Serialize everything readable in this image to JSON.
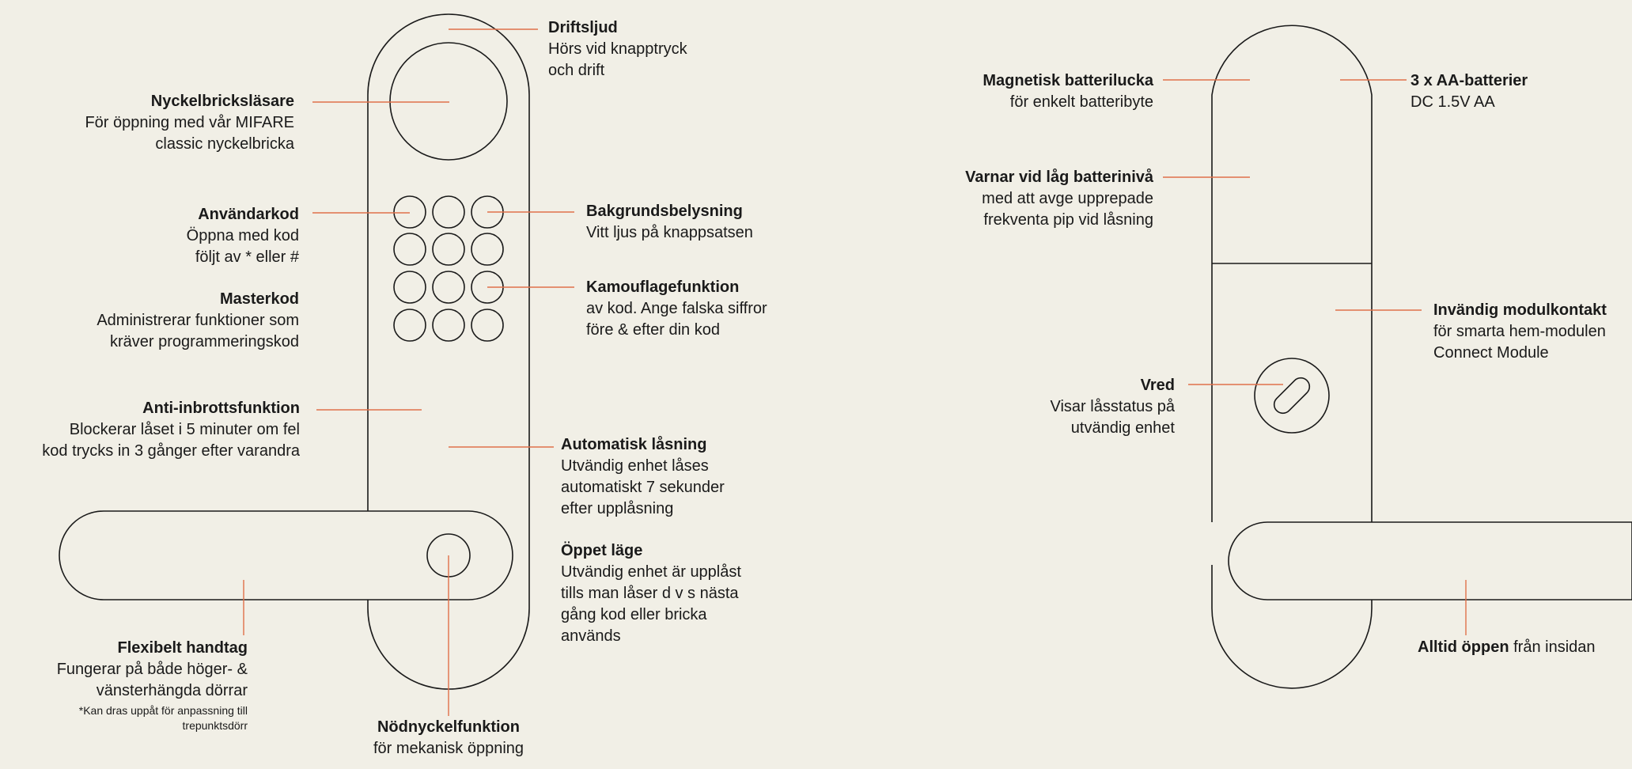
{
  "colors": {
    "background": "#f1efe6",
    "line": "#1a1a1a",
    "leader": "#e0714a"
  },
  "outside": {
    "drift": {
      "title": "Driftsljud",
      "desc": "Hörs vid knapptryck\noch drift"
    },
    "reader": {
      "title": "Nyckelbricksläsare",
      "desc": "För öppning med vår MIFARE\nclassic nyckelbricka"
    },
    "usercode": {
      "title": "Användarkod",
      "desc": "Öppna med kod\nföljt av * eller #"
    },
    "mastercode": {
      "title": "Masterkod",
      "desc": "Administrerar funktioner som\nkräver programmeringskod"
    },
    "antitheft": {
      "title": "Anti-inbrottsfunktion",
      "desc": "Blockerar låset i 5 minuter om fel\nkod trycks in 3 gånger efter varandra"
    },
    "backlight": {
      "title": "Bakgrundsbelysning",
      "desc": "Vitt ljus på knappsatsen"
    },
    "camouflage": {
      "title": "Kamouflagefunktion",
      "desc": "av kod. Ange falska siffror\nföre & efter din kod"
    },
    "autolock": {
      "title": "Automatisk låsning",
      "desc": "Utvändig enhet låses\nautomatiskt 7 sekunder\nefter upplåsning"
    },
    "openmode": {
      "title": "Öppet läge",
      "desc": "Utvändig enhet är upplåst\ntills man låser d v s nästa\ngång kod eller bricka\nanvänds"
    },
    "handle": {
      "title": "Flexibelt handtag",
      "desc": "Fungerar på både höger- &\nvänsterhängda dörrar",
      "footnote": "*Kan dras uppåt för anpassning till\ntrepunktsdörr"
    },
    "emergency": {
      "title": "Nödnyckelfunktion",
      "desc": "för mekanisk öppning"
    }
  },
  "inside": {
    "batterycover": {
      "title": "Magnetisk batterilucka",
      "desc": "för enkelt batteribyte"
    },
    "batteries": {
      "title": "3 x AA-batterier",
      "desc": "DC 1.5V AA"
    },
    "lowbattery": {
      "title": "Varnar vid låg batterinivå",
      "desc": "med att avge upprepade\nfrekventa pip vid låsning"
    },
    "module": {
      "title": "Invändig modulkontakt",
      "desc": "för smarta hem-modulen\nConnect Module"
    },
    "thumbturn": {
      "title": "Vred",
      "desc": "Visar låsstatus på\nutvändig enhet"
    },
    "alwaysopen": {
      "title": "Alltid öppen",
      "desc": " från insidan"
    }
  }
}
